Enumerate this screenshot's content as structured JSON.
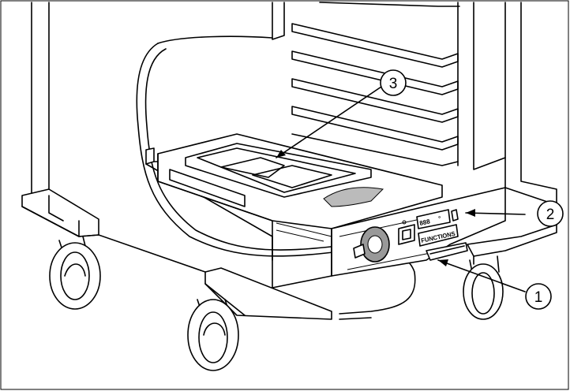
{
  "callouts": [
    {
      "id": "1",
      "label": "1"
    },
    {
      "id": "2",
      "label": "2"
    },
    {
      "id": "3",
      "label": "3"
    }
  ],
  "control_panel": {
    "display_text": "888",
    "display_unit": "°",
    "buttons_text": "FUNCTIONS"
  },
  "colors": {
    "line": "#000000",
    "background": "#ffffff"
  }
}
